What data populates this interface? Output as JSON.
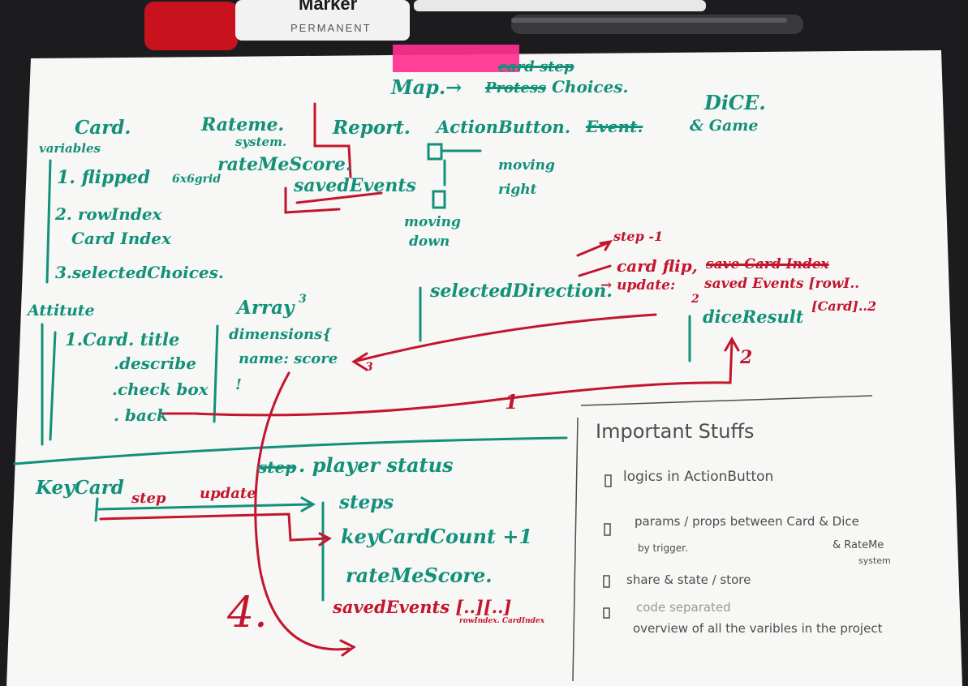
{
  "colors": {
    "teal": "#12907a",
    "red": "#c2152e",
    "pencil": "#4d4d4d",
    "tape": "#ff2f8f",
    "desk": "#1c1c1e"
  },
  "props": {
    "marker_brand": "Marker",
    "marker_type": "PERMANENT"
  },
  "top": {
    "map": "Map.→",
    "protest": "Protess",
    "choices": "Choices.",
    "card_step_struck": "card step",
    "dice": "DiCE.",
    "and_game": "& Game",
    "event_struck": "Event."
  },
  "headers": {
    "card": "Card.",
    "rateme": "Rateme.",
    "system": "system.",
    "report": "Report.",
    "actionbutton": "ActionButton."
  },
  "variables": {
    "label": "variables",
    "v1": "1. flipped",
    "grid": "6x6grid",
    "v2": "2. rowIndex",
    "v2b": "Card Index",
    "v3": "3.selectedChoices."
  },
  "rateme": {
    "score": "rateMeScore."
  },
  "report": {
    "saved": "savedEvents"
  },
  "action": {
    "moving_right_1": "moving",
    "moving_right_2": "right",
    "moving_down_1": "moving",
    "moving_down_2": "down",
    "selected_direction": "selectedDirection."
  },
  "flow": {
    "step": "step -1",
    "cardflip": "card flip,",
    "save_struck": "save Card Index",
    "update": "→ update:",
    "saved_events": "saved Events [rowI..",
    "card_idx": "[Card]..2",
    "num2a": "2",
    "dice_result": "diceResult",
    "num2": "2",
    "num1": "1",
    "num3": "3",
    "num4": "4."
  },
  "attribute": {
    "label": "Attitute",
    "a1": "1.Card. title",
    "a2": ".describe",
    "a3": ".check box",
    "a4": ". back",
    "array": "Array",
    "array_sup": "3",
    "dim": "dimensions{",
    "name": "name: score",
    "dot": "!"
  },
  "keycard": {
    "label": "KeyCard",
    "step": "step",
    "update": "update",
    "status_struck": "step",
    "status": ". player status",
    "steps": "steps",
    "kcc": "keyCardCount +1",
    "rms": "rateMeScore.",
    "saved": "savedEvents [..][..]",
    "sub": "rowIndex. CardIndex"
  },
  "important": {
    "title": "Important Stuffs",
    "items": [
      "logics in ActionButton",
      "params / props between Card & Dice",
      "by trigger.",
      "& RateMe",
      "system",
      "share & state / store",
      "code separated",
      "overview of all the varibles in the project"
    ]
  }
}
